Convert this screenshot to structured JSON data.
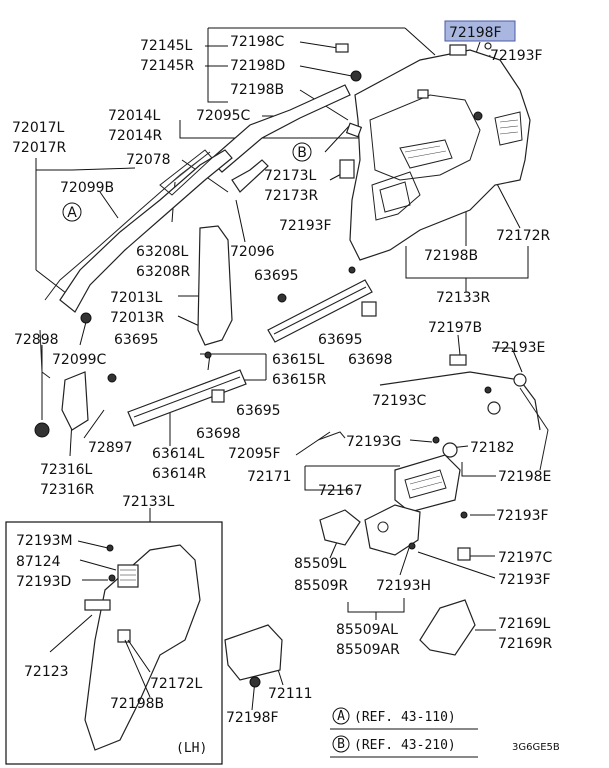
{
  "highlighted_part": "72198F",
  "labels": {
    "l72145L": "72145L",
    "l72145R": "72145R",
    "l72198C": "72198C",
    "l72198D": "72198D",
    "l72198B_top": "72198B",
    "l72198F_top": "72198F",
    "l72193F_top": "72193F",
    "l72014L": "72014L",
    "l72014R": "72014R",
    "l72095C": "72095C",
    "l72017L": "72017L",
    "l72017R": "72017R",
    "l72078": "72078",
    "l72099B": "72099B",
    "l72173L": "72173L",
    "l72173R": "72173R",
    "l72193F_mid": "72193F",
    "l72172R": "72172R",
    "l63208L": "63208L",
    "l63208R": "63208R",
    "l72096": "72096",
    "l72198B_mid": "72198B",
    "l72133R": "72133R",
    "l63695_a": "63695",
    "l72013L": "72013L",
    "l72013R": "72013R",
    "l72898": "72898",
    "l72099C": "72099C",
    "l63695_b": "63695",
    "l63695_c": "63695",
    "l63615L": "63615L",
    "l63615R": "63615R",
    "l63698_a": "63698",
    "l72197B": "72197B",
    "l72193E": "72193E",
    "l63695_d": "63695",
    "l72193C": "72193C",
    "l72897": "72897",
    "l63698_b": "63698",
    "l72193G": "72193G",
    "l72182": "72182",
    "l72316L": "72316L",
    "l72316R": "72316R",
    "l63614L": "63614L",
    "l63614R": "63614R",
    "l72095F": "72095F",
    "l72171": "72171",
    "l72198E": "72198E",
    "l72167": "72167",
    "l72133L": "72133L",
    "l72193F_r1": "72193F",
    "l72193M": "72193M",
    "l87124": "87124",
    "l72193D": "72193D",
    "l85509L": "85509L",
    "l85509R": "85509R",
    "l72193H": "72193H",
    "l72197C": "72197C",
    "l72193F_r2": "72193F",
    "l72123": "72123",
    "l85509AL": "85509AL",
    "l85509AR": "85509AR",
    "l72169L": "72169L",
    "l72169R": "72169R",
    "l72172L": "72172L",
    "l72111": "72111",
    "l72198B_inset": "72198B",
    "l72198F_bot": "72198F",
    "inset_side": "(LH)"
  },
  "markers": {
    "A": "A",
    "B": "B"
  },
  "references": {
    "refA": "(REF. 43-110)",
    "refB": "(REF. 43-210)"
  },
  "diagram_code": "3G6GE5B",
  "colors": {
    "highlight_fill": "#a9b7e0",
    "highlight_border": "#4a5aa8",
    "line": "#111111"
  }
}
